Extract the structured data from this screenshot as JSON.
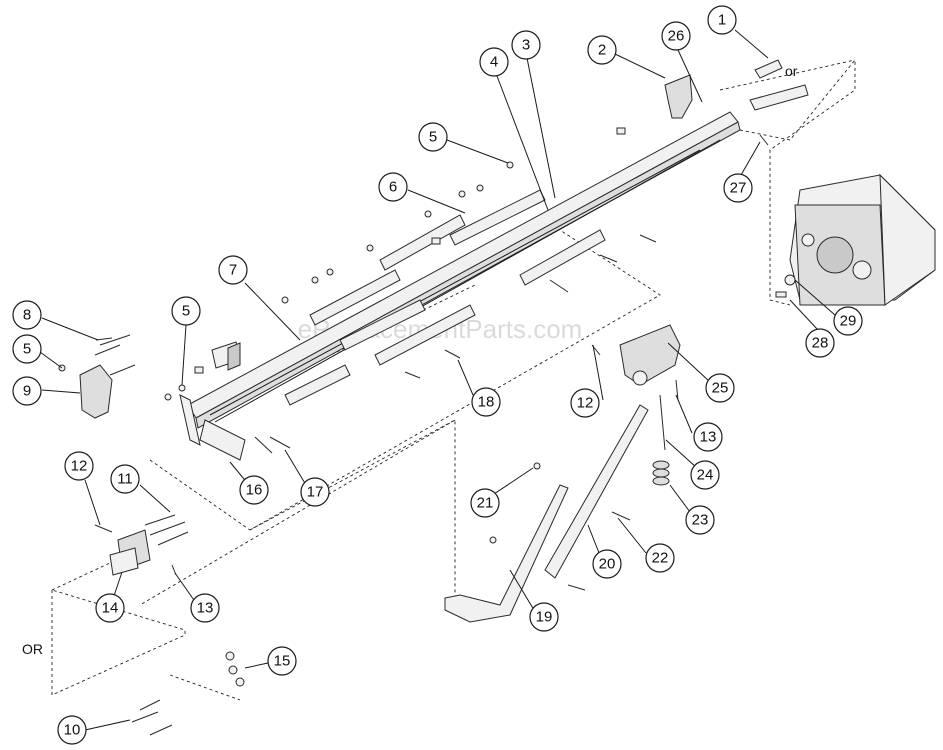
{
  "watermark": "eReplacementParts.com",
  "alt_labels": {
    "or_small": "or",
    "or_large": "OR"
  },
  "callouts": [
    "1",
    "2",
    "3",
    "4",
    "5",
    "6",
    "7",
    "8",
    "5",
    "9",
    "5",
    "10",
    "11",
    "12",
    "12",
    "13",
    "13",
    "14",
    "15",
    "16",
    "17",
    "18",
    "19",
    "20",
    "21",
    "22",
    "23",
    "24",
    "25",
    "26",
    "27",
    "28",
    "29"
  ],
  "colors": {
    "line": "#1a1a1a",
    "part_fill": "#f1f1f1",
    "shade": "#c9c9c9",
    "watermark": "#bdbdbd"
  }
}
